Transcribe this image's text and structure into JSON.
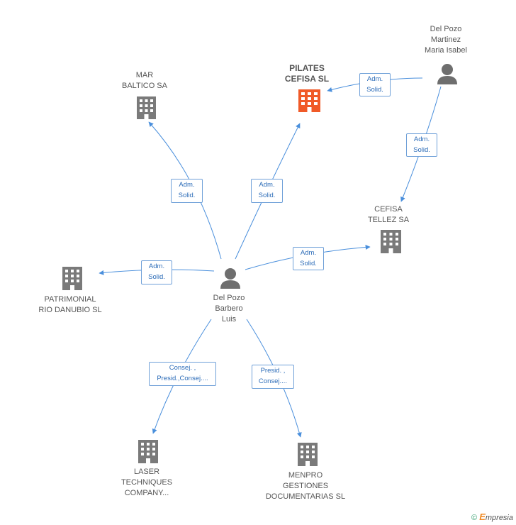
{
  "colors": {
    "edge": "#4a8fdc",
    "building": "#7a7a7a",
    "focus": "#f05a28",
    "person": "#6e6e6e",
    "box_border": "#6fa0d8",
    "box_text": "#2c6cb8"
  },
  "nodes": {
    "pilates": {
      "label": "PILATES\nCEFISA SL",
      "icon": "building-icon",
      "focus": true
    },
    "mar_baltico": {
      "label": "MAR\nBALTICO SA",
      "icon": "building-icon"
    },
    "del_pozo_martinez": {
      "label": "Del Pozo\nMartinez\nMaria Isabel",
      "icon": "person-icon"
    },
    "cefisa_tellez": {
      "label": "CEFISA\nTELLEZ SA",
      "icon": "building-icon"
    },
    "del_pozo_barbero": {
      "label": "Del Pozo\nBarbero\nLuis",
      "icon": "person-icon"
    },
    "patrimonial": {
      "label": "PATRIMONIAL\nRIO DANUBIO SL",
      "icon": "building-icon"
    },
    "laser": {
      "label": "LASER\nTECHNIQUES\nCOMPANY...",
      "icon": "building-icon"
    },
    "menpro": {
      "label": "MENPRO\nGESTIONES\nDOCUMENTARIAS SL",
      "icon": "building-icon"
    }
  },
  "edges": {
    "martinez_pilates": "Adm.\nSolid.",
    "martinez_cefisa": "Adm.\nSolid.",
    "barbero_mar": "Adm.\nSolid.",
    "barbero_pilates": "Adm.\nSolid.",
    "barbero_cefisa": "Adm.\nSolid.",
    "barbero_patrimonial": "Adm.\nSolid.",
    "barbero_laser": "Consej. ,\nPresid.,Consej....",
    "barbero_menpro": "Presid. ,\nConsej...."
  },
  "footer": {
    "copyright": "©",
    "brand_initial": "E",
    "brand_rest": "mpresia"
  }
}
